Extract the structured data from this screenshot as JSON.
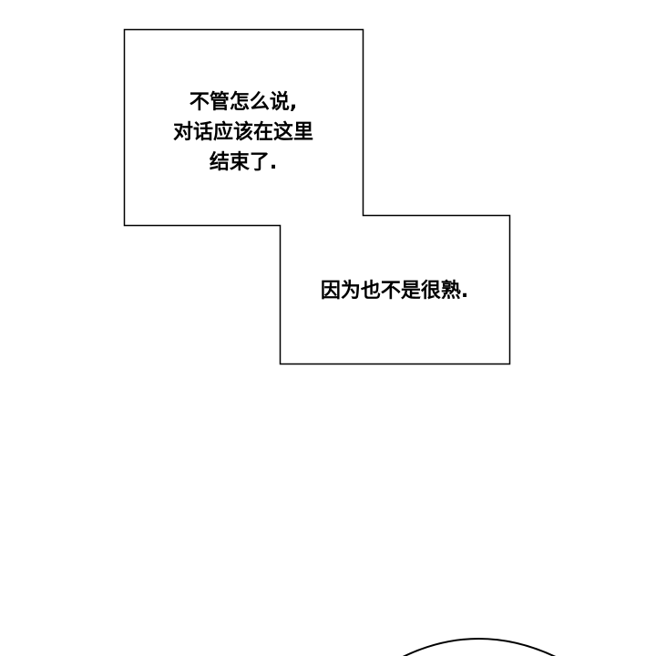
{
  "panel": {
    "caption_1_lines": [
      "不管怎么说,",
      "对话应该在这里",
      "结束了."
    ],
    "caption_2": "因为也不是很熟."
  }
}
